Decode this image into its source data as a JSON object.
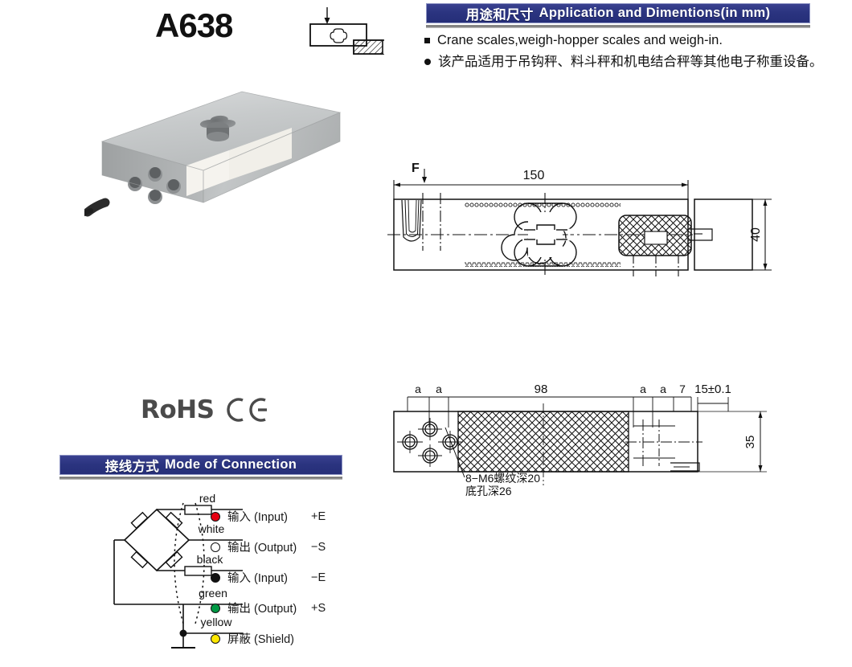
{
  "product": {
    "model": "A638",
    "photo_alt": "single-point-aluminum-load-cell"
  },
  "application_section": {
    "banner_cn": "用途和尺寸",
    "banner_en": "Application and Dimentions(in mm)",
    "items": [
      {
        "bullet": "square",
        "text": "Crane scales,weigh-hopper scales and weigh-in."
      },
      {
        "bullet": "round",
        "text": "该产品适用于吊钩秤、料斗秤和机电结合秤等其他电子称重设备。"
      }
    ]
  },
  "certifications": {
    "rohs": "RoHS",
    "ce": "CE"
  },
  "connection_section": {
    "banner_cn": "接线方式",
    "banner_en": "Mode of Connection",
    "rows": [
      {
        "wire": "red",
        "color": "#e60012",
        "cn": "输入",
        "en": "(Input)",
        "sym": "+E"
      },
      {
        "wire": "white",
        "color": "#ffffff",
        "cn": "输出",
        "en": "(Output)",
        "sym": "−S"
      },
      {
        "wire": "black",
        "color": "#111111",
        "cn": "输入",
        "en": "(Input)",
        "sym": "−E"
      },
      {
        "wire": "green",
        "color": "#009944",
        "cn": "输出",
        "en": "(Output)",
        "sym": "+S"
      },
      {
        "wire": "yellow",
        "color": "#ffe800",
        "cn": "屏蔽",
        "en": "(Shield)",
        "sym": ""
      }
    ]
  },
  "drawing_side_view": {
    "force_label": "F",
    "length": "150",
    "height": "40"
  },
  "drawing_top_view": {
    "dim_a1": "a",
    "dim_a2": "a",
    "dim_center": "98",
    "dim_a3": "a",
    "dim_a4": "a",
    "dim_7": "7",
    "dim_tolerance": "15±0.1",
    "dim_width": "35",
    "note_line1": "8−M6螺纹深20",
    "note_line2": "底孔深26"
  },
  "colors": {
    "banner_blue": "#2b3480",
    "banner_border": "#8e95c4",
    "line": "#111111"
  }
}
